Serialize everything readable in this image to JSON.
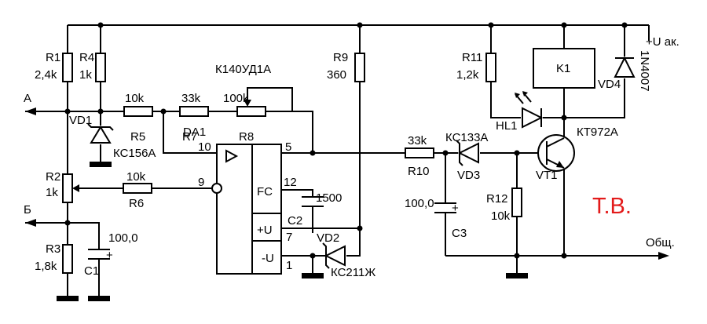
{
  "terminals": {
    "supply": "+U ак.",
    "input_a": "А",
    "input_b": "Б",
    "common": "Общ."
  },
  "ic": {
    "name": "DA1",
    "part": "К140УД1А",
    "fc": "FC",
    "plus_u": "+U",
    "minus_u": "-U",
    "pin10": "10",
    "pin9": "9",
    "pin5": "5",
    "pin12": "12",
    "pin7": "7",
    "pin1": "1"
  },
  "resistors": {
    "r1": {
      "ref": "R1",
      "value": "2,4k"
    },
    "r4": {
      "ref": "R4",
      "value": "1k"
    },
    "r5": {
      "ref": "R5",
      "value": "10k"
    },
    "r7": {
      "ref": "R7",
      "value": "33k"
    },
    "r8": {
      "ref": "R8",
      "value": "100k"
    },
    "r2": {
      "ref": "R2",
      "value": "1k"
    },
    "r6": {
      "ref": "R6",
      "value": "10k"
    },
    "r3": {
      "ref": "R3",
      "value": "1,8k"
    },
    "r9": {
      "ref": "R9",
      "value": "360"
    },
    "r10": {
      "ref": "R10",
      "value": "33k"
    },
    "r11": {
      "ref": "R11",
      "value": "1,2k"
    },
    "r12": {
      "ref": "R12",
      "value": "10k"
    }
  },
  "capacitors": {
    "c1": {
      "ref": "C1",
      "value": "100,0",
      "pol": "+"
    },
    "c2": {
      "ref": "C2",
      "value": "1500"
    },
    "c3": {
      "ref": "C3",
      "value": "100,0",
      "pol": "+"
    }
  },
  "semis": {
    "vd1": {
      "ref": "VD1",
      "part": "КС156А"
    },
    "vd2": {
      "ref": "VD2",
      "part": "КС211Ж"
    },
    "vd3": {
      "ref": "VD3",
      "part": "КС133А"
    },
    "vd4": {
      "ref": "VD4",
      "part": "1N4007"
    },
    "hl1": {
      "ref": "HL1"
    },
    "vt1": {
      "ref": "VT1",
      "part": "КТ972А"
    },
    "k1": {
      "ref": "K1"
    }
  },
  "signature": "Т.В."
}
